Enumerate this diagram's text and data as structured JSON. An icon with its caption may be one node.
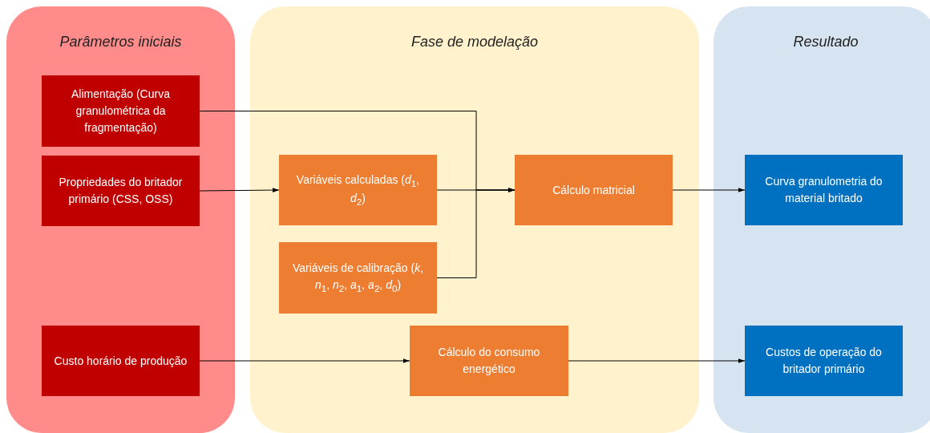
{
  "diagram": {
    "nodes": [
      {
        "text": [
          "Parâmetros iniciais"
        ]
      },
      {
        "text": [
          "Alimentação (Curva granulométrica da fragmentação)"
        ],
        "in": 0
      },
      {
        "text": [
          "Propriedades do britador primário (CSS, OSS)"
        ],
        "in": 0
      },
      {
        "text": [
          "Custo horário de produção"
        ],
        "in": 0
      },
      {
        "text": [
          "Fase de modelação"
        ]
      },
      {
        "text": [
          "Variáveis calculadas (*d*$_{1}$, *d*$_{2}$)"
        ],
        "in": 4
      },
      {
        "text": [
          "Cálculo matricial"
        ],
        "in": 4
      },
      {
        "text": [
          "Variáveis de calibração (*k*, *n*$_{1}$, *n*$_{2}$, *a*$_{1}$, *a*$_{2}$, *d*$_{0}$)"
        ],
        "in": 4
      },
      {
        "text": [
          "Cálculo do consumo energético"
        ],
        "in": 4
      },
      {
        "text": [
          "Resultado"
        ]
      },
      {
        "text": [
          "Curva granulometria do material britado"
        ],
        "in": 9
      },
      {
        "text": [
          "Custos de operação do britador primário"
        ],
        "in": 9
      }
    ],
    "edges": [
      {
        "from": 1,
        "to": 6,
        "arrow": "to"
      },
      {
        "from": 2,
        "to": 5,
        "arrow": "to"
      },
      {
        "from": 5,
        "to": 6,
        "arrow": "to"
      },
      {
        "from": 7,
        "to": 6,
        "arrow": "to"
      },
      {
        "from": 6,
        "to": 10,
        "arrow": "to"
      },
      {
        "from": 3,
        "to": 8,
        "arrow": "to"
      },
      {
        "from": 8,
        "to": 11,
        "arrow": "to"
      }
    ]
  }
}
